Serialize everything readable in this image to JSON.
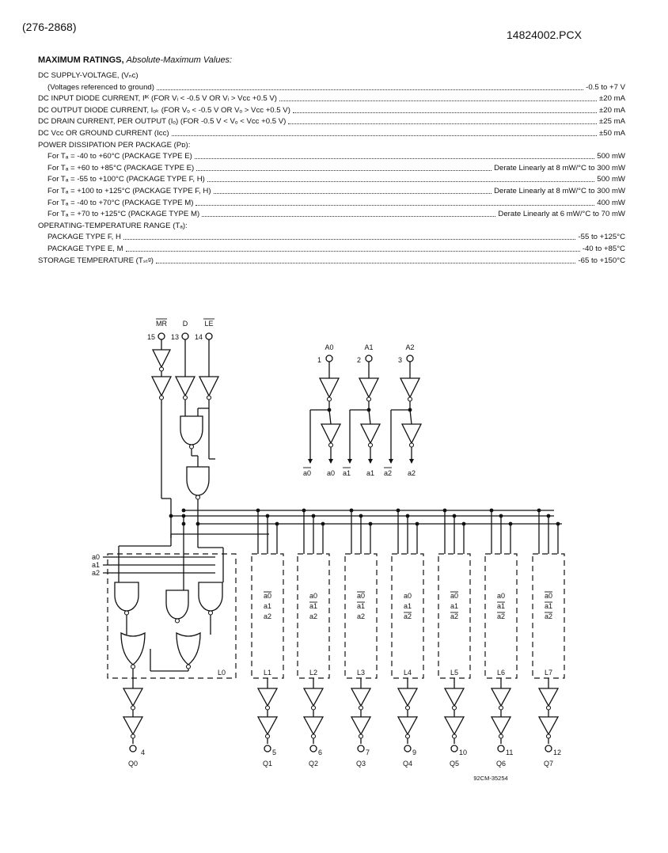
{
  "header": {
    "doc_code": "(276-2868)",
    "file_name": "14824002.PCX"
  },
  "ratings": {
    "title_bold": "MAXIMUM RATINGS,",
    "title_italic": "Absolute-Maximum Values:",
    "rows": [
      {
        "label": "DC SUPPLY-VOLTAGE, (Vₙᴄ)",
        "value": "",
        "indent": false,
        "plain": true
      },
      {
        "label": "(Voltages referenced to ground)",
        "value": "-0.5 to +7 V",
        "indent": true,
        "plain": false
      },
      {
        "label": "DC INPUT DIODE CURRENT, Iᴵᴷ (FOR Vᵢ < -0.5 V OR Vᵢ > Vᴄᴄ +0.5 V)",
        "value": "±20 mA",
        "indent": false,
        "plain": false
      },
      {
        "label": "DC OUTPUT DIODE CURRENT, Iₒₖ (FOR Vₒ < -0.5 V OR Vₒ > Vᴄᴄ +0.5 V)",
        "value": "±20 mA",
        "indent": false,
        "plain": false
      },
      {
        "label": "DC DRAIN CURRENT, PER OUTPUT (Iₒ) (FOR -0.5 V < Vₒ < Vᴄᴄ +0.5 V)",
        "value": "±25 mA",
        "indent": false,
        "plain": false
      },
      {
        "label": "DC Vᴄᴄ OR GROUND CURRENT (Iᴄᴄ)",
        "value": "±50 mA",
        "indent": false,
        "plain": false
      },
      {
        "label": "POWER DISSIPATION PER PACKAGE (Pᴅ):",
        "value": "",
        "indent": false,
        "plain": true
      },
      {
        "label": "For Tₐ = -40 to +60°C (PACKAGE TYPE E)",
        "value": "500 mW",
        "indent": true,
        "plain": false
      },
      {
        "label": "For Tₐ = +60 to +85°C (PACKAGE TYPE E)",
        "value": "Derate Linearly at 8 mW/°C to 300 mW",
        "indent": true,
        "plain": false
      },
      {
        "label": "For Tₐ = -55 to +100°C (PACKAGE TYPE F, H)",
        "value": "500 mW",
        "indent": true,
        "plain": false
      },
      {
        "label": "For Tₐ = +100 to +125°C (PACKAGE TYPE F, H)",
        "value": "Derate Linearly at 8 mW/°C to 300 mW",
        "indent": true,
        "plain": false
      },
      {
        "label": "For Tₐ = -40 to +70°C (PACKAGE TYPE M)",
        "value": "400 mW",
        "indent": true,
        "plain": false
      },
      {
        "label": "For Tₐ = +70 to +125°C (PACKAGE TYPE M)",
        "value": "Derate Linearly at 6 mW/°C to 70 mW",
        "indent": true,
        "plain": false
      },
      {
        "label": "OPERATING-TEMPERATURE RANGE (Tₐ):",
        "value": "",
        "indent": false,
        "plain": true
      },
      {
        "label": "PACKAGE TYPE F, H",
        "value": "-55 to +125°C",
        "indent": true,
        "plain": false
      },
      {
        "label": "PACKAGE TYPE E, M",
        "value": "-40 to +85°C",
        "indent": true,
        "plain": false
      },
      {
        "label": "STORAGE TEMPERATURE (Tₛₜᵍ)",
        "value": "-65 to +150°C",
        "indent": false,
        "plain": false
      }
    ]
  },
  "diagram": {
    "control_inputs": [
      {
        "name": "MR",
        "pin": "15",
        "overbar": true
      },
      {
        "name": "D",
        "pin": "13",
        "overbar": false
      },
      {
        "name": "LE",
        "pin": "14",
        "overbar": true
      }
    ],
    "address_inputs": [
      {
        "name": "A0",
        "pin": "1",
        "out_inv": "a0",
        "out": "a0"
      },
      {
        "name": "A1",
        "pin": "2",
        "out_inv": "a1",
        "out": "a1"
      },
      {
        "name": "A2",
        "pin": "3",
        "out_inv": "a2",
        "out": "a2"
      }
    ],
    "l0_inputs": [
      "a0",
      "a1",
      "a2"
    ],
    "latches": [
      {
        "name": "L0",
        "output": "Q0",
        "pin": "4"
      },
      {
        "name": "L1",
        "output": "Q1",
        "pin": "5",
        "addr": [
          {
            "t": "a0",
            "bar": true
          },
          {
            "t": "a1",
            "bar": false
          },
          {
            "t": "a2",
            "bar": false
          }
        ]
      },
      {
        "name": "L2",
        "output": "Q2",
        "pin": "6",
        "addr": [
          {
            "t": "a0",
            "bar": false
          },
          {
            "t": "a1",
            "bar": true
          },
          {
            "t": "a2",
            "bar": false
          }
        ]
      },
      {
        "name": "L3",
        "output": "Q3",
        "pin": "7",
        "addr": [
          {
            "t": "a0",
            "bar": true
          },
          {
            "t": "a1",
            "bar": true
          },
          {
            "t": "a2",
            "bar": false
          }
        ]
      },
      {
        "name": "L4",
        "output": "Q4",
        "pin": "9",
        "addr": [
          {
            "t": "a0",
            "bar": false
          },
          {
            "t": "a1",
            "bar": false
          },
          {
            "t": "a2",
            "bar": true
          }
        ]
      },
      {
        "name": "L5",
        "output": "Q5",
        "pin": "10",
        "addr": [
          {
            "t": "a0",
            "bar": true
          },
          {
            "t": "a1",
            "bar": false
          },
          {
            "t": "a2",
            "bar": true
          }
        ]
      },
      {
        "name": "L6",
        "output": "Q6",
        "pin": "11",
        "addr": [
          {
            "t": "a0",
            "bar": false
          },
          {
            "t": "a1",
            "bar": true
          },
          {
            "t": "a2",
            "bar": true
          }
        ]
      },
      {
        "name": "L7",
        "output": "Q7",
        "pin": "12",
        "addr": [
          {
            "t": "a0",
            "bar": true
          },
          {
            "t": "a1",
            "bar": true
          },
          {
            "t": "a2",
            "bar": true
          }
        ]
      }
    ],
    "figure_code": "92CM-35254"
  }
}
